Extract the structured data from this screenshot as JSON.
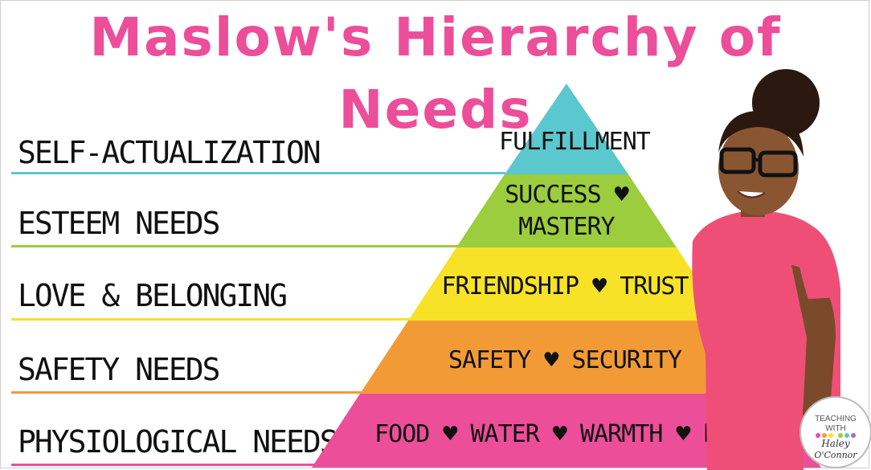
{
  "title": "Maslow's Hierarchy of Needs",
  "levels": [
    {
      "label": "SELF-ACTUALIZATION",
      "color": "#5bc7cf",
      "line1": "FULFILLMENT",
      "line2": ""
    },
    {
      "label": "ESTEEM NEEDS",
      "color": "#9bcd3e",
      "line1": "SUCCESS ♥",
      "line2": "MASTERY"
    },
    {
      "label": "LOVE & BELONGING",
      "color": "#f7e228",
      "line1": "FRIENDSHIP ♥ TRUST",
      "line2": ""
    },
    {
      "label": "SAFETY NEEDS",
      "color": "#f29b36",
      "line1": "SAFETY ♥ SECURITY",
      "line2": ""
    },
    {
      "label": "PHYSIOLOGICAL NEEDS",
      "color": "#ec4e9a",
      "line1": "FOOD ♥ WATER ♥ WARMTH ♥ REST",
      "line2": ""
    }
  ],
  "logo": {
    "line1": "TEACHING",
    "line2": "WITH",
    "line3": "Haley",
    "line4": "O'Connor"
  }
}
